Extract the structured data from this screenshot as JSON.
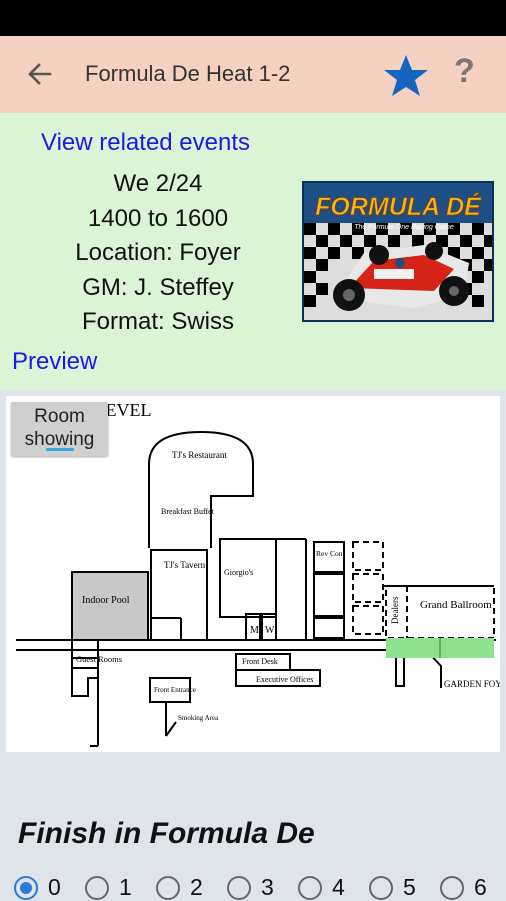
{
  "appbar": {
    "title": "Formula De Heat 1-2"
  },
  "event": {
    "related_link": "View related events",
    "date": "We 2/24",
    "time": "1400 to 1600",
    "location": "Location: Foyer",
    "gm": "GM: J. Steffey",
    "format": "Format: Swiss",
    "preview_link": "Preview"
  },
  "boxart": {
    "title": "FORMULA DÉ",
    "subtitle": "The Formula One Racing Game"
  },
  "map": {
    "heading": "MAIN LEVEL",
    "room_button_line1": "Room",
    "room_button_line2": "showing",
    "labels": {
      "tjs_restaurant": "TJ's Restaurant",
      "breakfast_buffet": "Breakfast Buffet",
      "tjs_tavern": "TJ's Tavern",
      "giorgios": "Giorgio's",
      "indoor_pool": "Indoor Pool",
      "guest_rooms": "Guest Rooms",
      "front_desk": "Front Desk",
      "executive_offices": "Executive Offices",
      "grand_ballroom": "Grand Ballroom",
      "dealers": "Dealers",
      "garden_foyer": "GARDEN FOYER",
      "smoking_area": "Smoking Area",
      "front_entrance": "Front Entrance",
      "rev_con": "Rev Con",
      "m": "M",
      "w": "W"
    }
  },
  "question": {
    "label": "Finish in Formula De",
    "options": [
      "0",
      "1",
      "2",
      "3",
      "4",
      "5",
      "6"
    ],
    "selected": "0"
  },
  "colors": {
    "appbar": "#f4d1c0",
    "info_bg": "#dcf4d6",
    "link": "#1a1ae6",
    "star": "#1565c0",
    "accent": "#2a7bd6"
  }
}
